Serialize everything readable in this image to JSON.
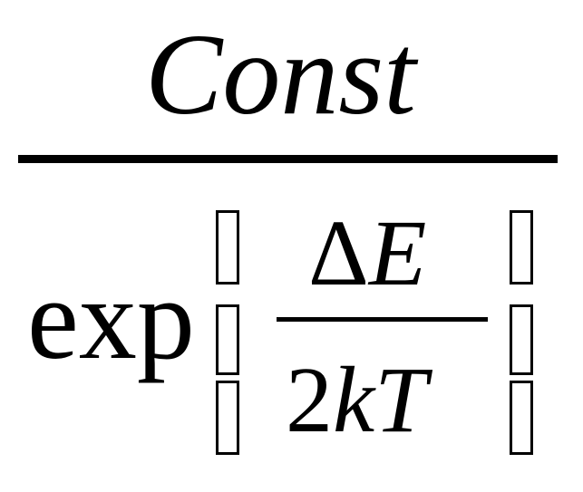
{
  "formula": {
    "numerator": "Const",
    "function_name": "exp",
    "inner_numerator_symbol": "Δ",
    "inner_numerator_var": "E",
    "inner_denominator_number": "2",
    "inner_denominator_vars": "kT"
  }
}
